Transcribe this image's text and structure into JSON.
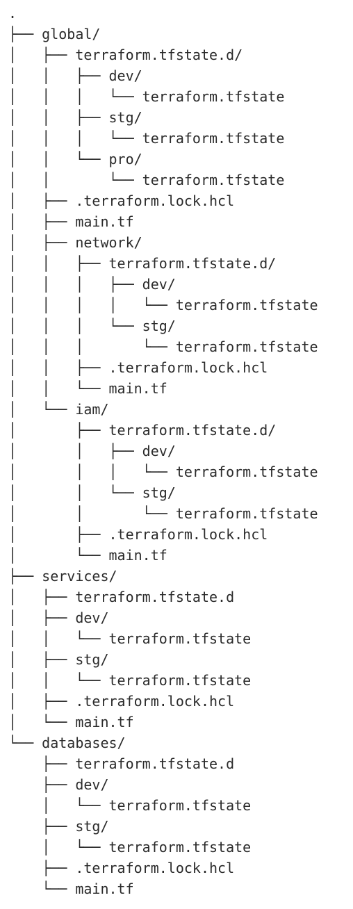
{
  "colors": {
    "text": "#2b2b2b",
    "background": "#ffffff"
  },
  "tree": {
    "lines": [
      {
        "prefix": "",
        "name": "."
      },
      {
        "prefix": "├── ",
        "name": "global/"
      },
      {
        "prefix": "│   ├── ",
        "name": "terraform.tfstate.d/"
      },
      {
        "prefix": "│   │   ├── ",
        "name": "dev/"
      },
      {
        "prefix": "│   │   │   └── ",
        "name": "terraform.tfstate"
      },
      {
        "prefix": "│   │   ├── ",
        "name": "stg/"
      },
      {
        "prefix": "│   │   │   └── ",
        "name": "terraform.tfstate"
      },
      {
        "prefix": "│   │   └── ",
        "name": "pro/"
      },
      {
        "prefix": "│   │       └── ",
        "name": "terraform.tfstate"
      },
      {
        "prefix": "│   ├── ",
        "name": ".terraform.lock.hcl"
      },
      {
        "prefix": "│   ├── ",
        "name": "main.tf"
      },
      {
        "prefix": "│   ├── ",
        "name": "network/"
      },
      {
        "prefix": "│   │   ├── ",
        "name": "terraform.tfstate.d/"
      },
      {
        "prefix": "│   │   │   ├── ",
        "name": "dev/"
      },
      {
        "prefix": "│   │   │   │   └── ",
        "name": "terraform.tfstate"
      },
      {
        "prefix": "│   │   │   └── ",
        "name": "stg/"
      },
      {
        "prefix": "│   │   │       └── ",
        "name": "terraform.tfstate"
      },
      {
        "prefix": "│   │   ├── ",
        "name": ".terraform.lock.hcl"
      },
      {
        "prefix": "│   │   └── ",
        "name": "main.tf"
      },
      {
        "prefix": "│   └── ",
        "name": "iam/"
      },
      {
        "prefix": "│       ├── ",
        "name": "terraform.tfstate.d/"
      },
      {
        "prefix": "│       │   ├── ",
        "name": "dev/"
      },
      {
        "prefix": "│       │   │   └── ",
        "name": "terraform.tfstate"
      },
      {
        "prefix": "│       │   └── ",
        "name": "stg/"
      },
      {
        "prefix": "│       │       └── ",
        "name": "terraform.tfstate"
      },
      {
        "prefix": "│       ├── ",
        "name": ".terraform.lock.hcl"
      },
      {
        "prefix": "│       └── ",
        "name": "main.tf"
      },
      {
        "prefix": "├── ",
        "name": "services/"
      },
      {
        "prefix": "│   ├── ",
        "name": "terraform.tfstate.d"
      },
      {
        "prefix": "│   ├── ",
        "name": "dev/"
      },
      {
        "prefix": "│   │   └── ",
        "name": "terraform.tfstate"
      },
      {
        "prefix": "│   ├── ",
        "name": "stg/"
      },
      {
        "prefix": "│   │   └── ",
        "name": "terraform.tfstate"
      },
      {
        "prefix": "│   ├── ",
        "name": ".terraform.lock.hcl"
      },
      {
        "prefix": "│   └── ",
        "name": "main.tf"
      },
      {
        "prefix": "└── ",
        "name": "databases/"
      },
      {
        "prefix": "    ├── ",
        "name": "terraform.tfstate.d"
      },
      {
        "prefix": "    ├── ",
        "name": "dev/"
      },
      {
        "prefix": "    │   └── ",
        "name": "terraform.tfstate"
      },
      {
        "prefix": "    ├── ",
        "name": "stg/"
      },
      {
        "prefix": "    │   └── ",
        "name": "terraform.tfstate"
      },
      {
        "prefix": "    ├── ",
        "name": ".terraform.lock.hcl"
      },
      {
        "prefix": "    └── ",
        "name": "main.tf"
      }
    ]
  }
}
